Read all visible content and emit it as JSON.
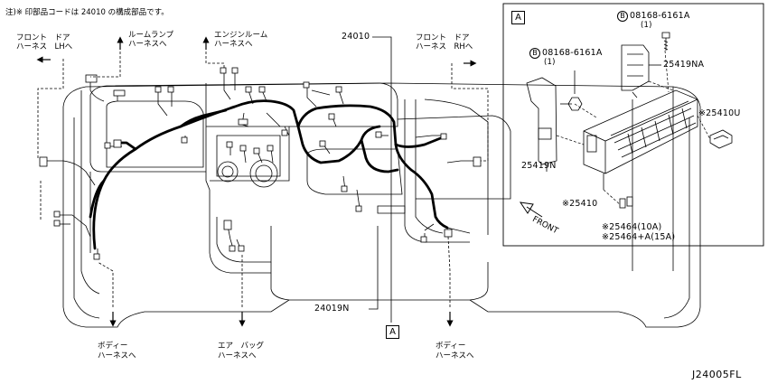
{
  "note": "注)※ 印部品コードは 24010 の構成部品です。",
  "labels": {
    "front_door_lh": [
      "フロント　ドア",
      "ハーネス　LHへ"
    ],
    "room_lamp": [
      "ルームランプ",
      "ハーネスへ"
    ],
    "engine_room": [
      "エンジンルーム",
      "ハーネスへ"
    ],
    "front_door_rh": [
      "フロント　ドア",
      "ハーネス　RHへ"
    ],
    "body_left": [
      "ボディー",
      "ハーネスへ"
    ],
    "airbag": [
      "エア　バッグ",
      "ハーネスへ"
    ],
    "body_right": [
      "ボディー",
      "ハーネスへ"
    ]
  },
  "parts": {
    "main_harness": "24010",
    "sub_harness": "24019N",
    "ref_box_main": "A",
    "ref_box_detail": "A",
    "bolt_top": {
      "marker": "B",
      "number": "08168-6161A",
      "qty": "(1)"
    },
    "bolt_left": {
      "marker": "B",
      "number": "08168-6161A",
      "qty": "(1)"
    },
    "bracket_upper": "25419NA",
    "relay_block": "※25410U",
    "bracket_lower": "25419N",
    "fuse_block": "※25410",
    "fuse_10a": "※25464(10A)",
    "fuse_15a": "※25464+A(15A)",
    "front_arrow": "FRONT"
  },
  "diagram_code": "J24005FL"
}
